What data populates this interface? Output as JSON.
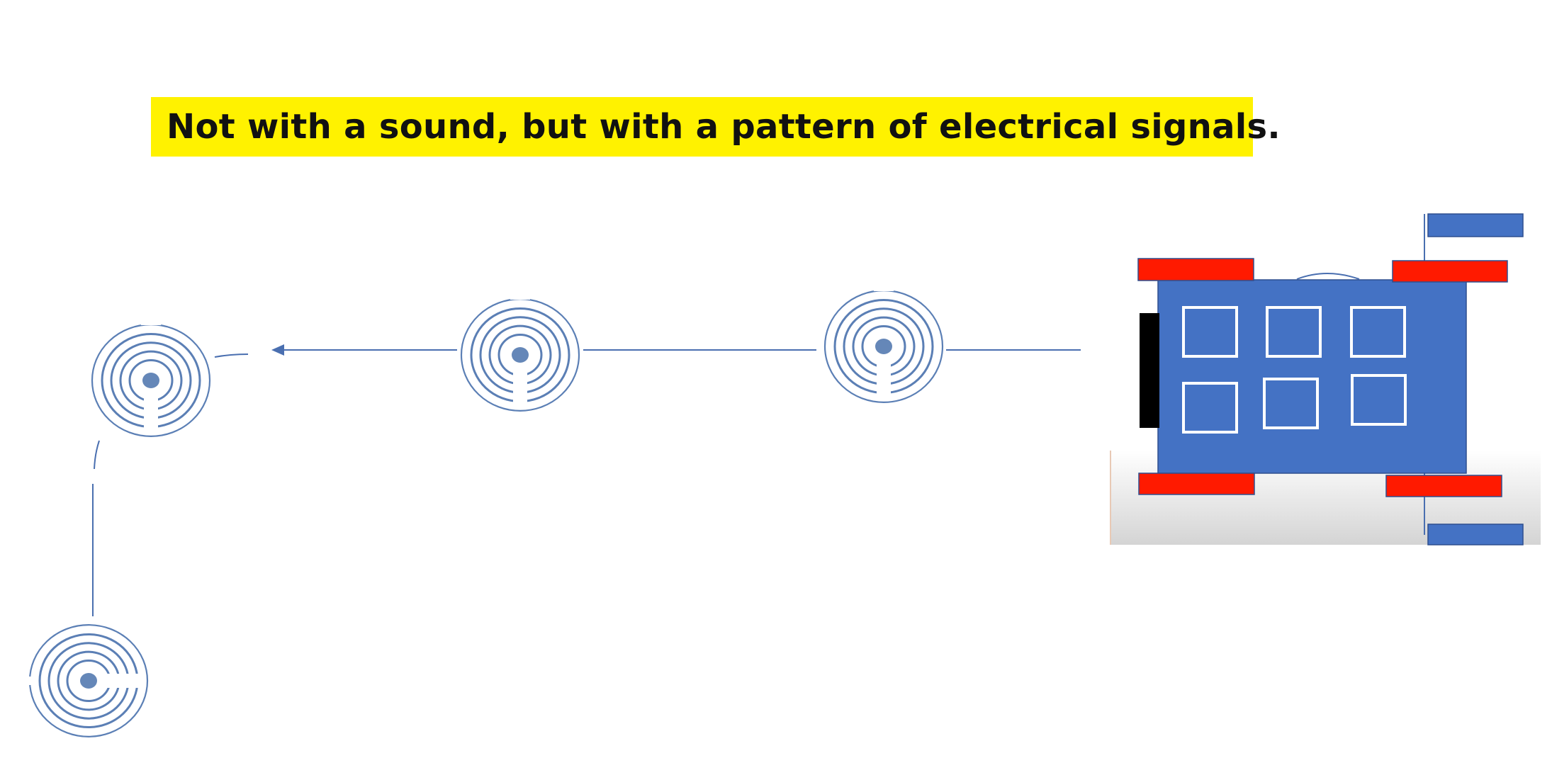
{
  "banner": {
    "text": "Not with a sound,  but with a pattern of electrical signals.",
    "bg_color": "#fff200"
  },
  "colors": {
    "signal_line": "#4a6fb0",
    "neuron_stroke": "#5b7fb5",
    "neuron_dot": "#6587b8",
    "robot_body": "#4472c4",
    "robot_wheel": "#ff1a00",
    "robot_sensor": "#000000"
  },
  "diagram": {
    "neurons": [
      {
        "name": "neuron-1",
        "icon": "neuron-icon"
      },
      {
        "name": "neuron-2",
        "icon": "neuron-icon"
      },
      {
        "name": "neuron-3",
        "icon": "neuron-icon"
      },
      {
        "name": "neuron-4",
        "icon": "neuron-icon"
      }
    ],
    "robot": {
      "icon": "robot-car-icon",
      "panel_count": 6,
      "wheel_count": 4
    }
  }
}
